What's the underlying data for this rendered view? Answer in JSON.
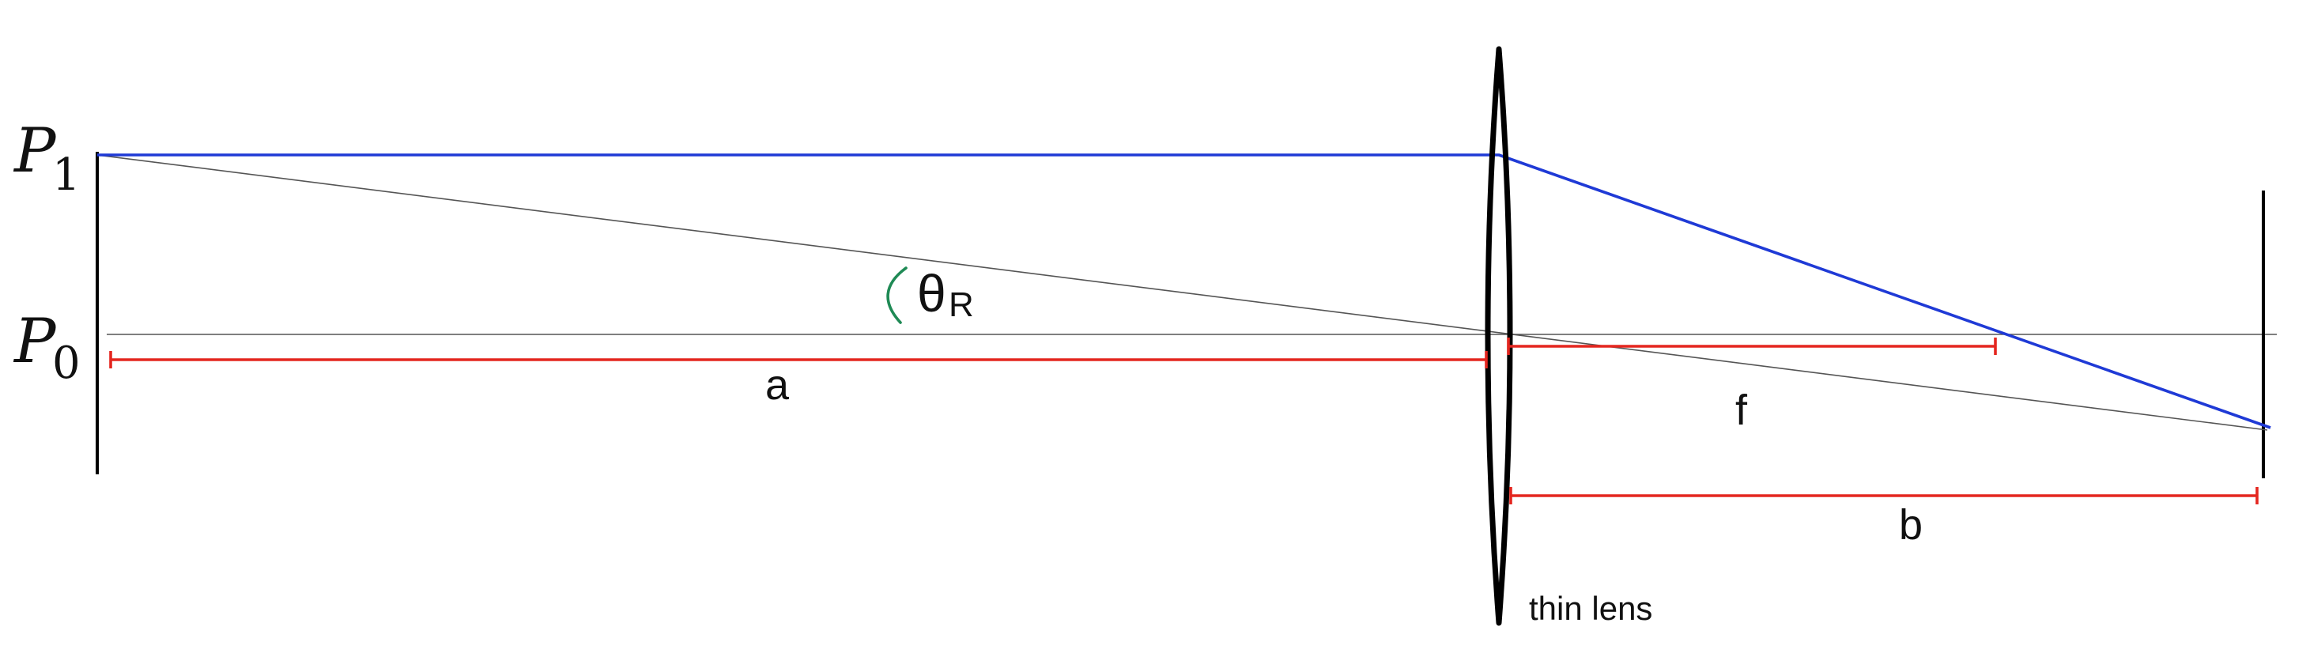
{
  "labels": {
    "p1_main": "P",
    "p1_sub": "1",
    "p0_main": "P",
    "p0_sub": "0",
    "theta_main": "θ",
    "theta_sub": "R",
    "a": "a",
    "f": "f",
    "b": "b",
    "lens": "thin lens"
  },
  "colors": {
    "ray": "#1f3ad6",
    "dimension": "#e4261f",
    "angle_arc": "#1f8a55",
    "axis": "#555555",
    "lens": "#000000",
    "text": "#111111"
  }
}
